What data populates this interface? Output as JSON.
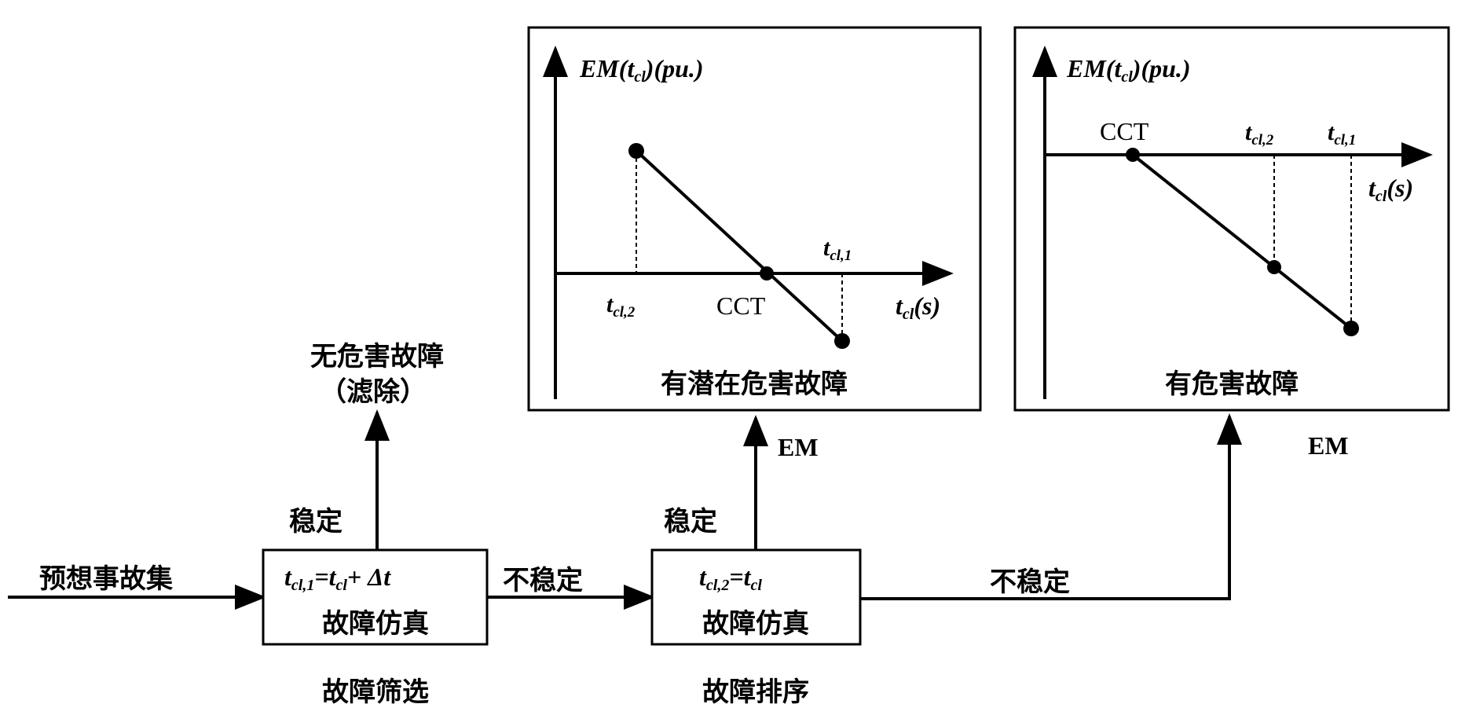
{
  "flow": {
    "input": "预想事故集",
    "box1": {
      "line1_main": "t",
      "line1_sub": "cl,1",
      "line1_rest": "=t",
      "line1_sub2": "cl",
      "line1_tail": "+ Δt",
      "line2": "故障仿真"
    },
    "box2": {
      "line1_main": "t",
      "line1_sub": "cl,2",
      "line1_rest": "=t",
      "line1_sub2": "cl",
      "line2": "故障仿真"
    },
    "stable": "稳定",
    "unstable": "不稳定",
    "filter_label": "故障筛选",
    "rank_label": "故障排序",
    "harmless_line1": "无危害故障",
    "harmless_line2": "（滤除）",
    "em": "EM"
  },
  "panels": {
    "ylabel_main": "EM(t",
    "ylabel_sub": "cl",
    "ylabel_tail": ")(pu.)",
    "xlabel_main": "t",
    "xlabel_sub": "cl",
    "xlabel_tail": "(s)",
    "cct": "CCT",
    "t_main": "t",
    "t1_sub": "cl,1",
    "t2_sub": "cl,2",
    "left_caption": "有潜在危害故障",
    "right_caption": "有危害故障"
  }
}
